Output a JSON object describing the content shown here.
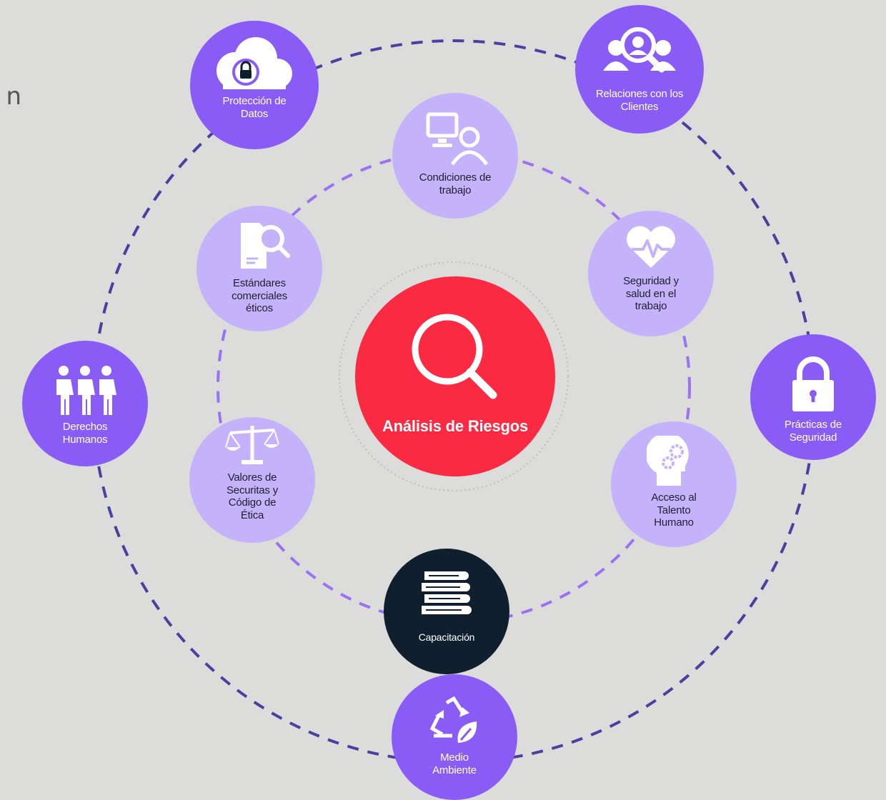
{
  "fragment_text": "n",
  "center": {
    "label": "Análisis de Riesgos",
    "icon": "magnifier-icon",
    "color": "#fa2a43"
  },
  "outer_nodes": [
    {
      "id": "proteccion-datos",
      "label": "Protección de Datos",
      "icon": "cloud-lock-icon"
    },
    {
      "id": "relaciones-clientes",
      "label": "Relaciones con los Clientes",
      "icon": "people-search-icon"
    },
    {
      "id": "practicas-seguridad",
      "label": "Prácticas de Seguridad",
      "icon": "padlock-icon"
    },
    {
      "id": "medio-ambiente",
      "label": "Medio Ambiente",
      "icon": "recycle-leaf-icon"
    },
    {
      "id": "derechos-humanos",
      "label": "Derechos Humanos",
      "icon": "people-group-icon"
    }
  ],
  "inner_nodes": [
    {
      "id": "condiciones-trabajo",
      "label": "Condiciones de trabajo",
      "icon": "computer-user-icon"
    },
    {
      "id": "seguridad-salud",
      "label": "Seguridad y salud en el trabajo",
      "icon": "heart-pulse-icon"
    },
    {
      "id": "acceso-talento",
      "label": "Acceso al Talento Humano",
      "icon": "head-gears-icon"
    },
    {
      "id": "capacitacion",
      "label": "Capacitación",
      "icon": "books-icon"
    },
    {
      "id": "valores-codigo",
      "label": "Valores de Securitas y Código de Ética",
      "icon": "scales-icon"
    },
    {
      "id": "estandares-eticos",
      "label": "Estándares comerciales éticos",
      "icon": "document-search-icon"
    }
  ],
  "colors": {
    "background": "#dcdcdb",
    "outer_node": "#8a5cf6",
    "inner_node": "#c4b3fb",
    "capacitacion_node": "#0f1f2e",
    "center": "#fa2a43",
    "outer_ring": "#4b3fa0",
    "inner_ring": "#9b72f2"
  }
}
